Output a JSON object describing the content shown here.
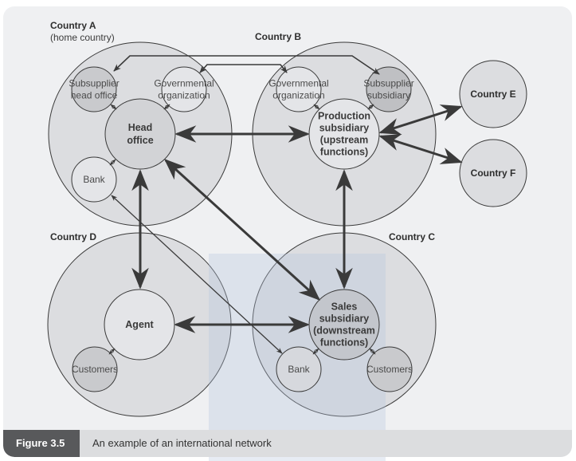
{
  "figure": {
    "label": "Figure 3.5",
    "caption": "An example of an international network"
  },
  "countries": {
    "a": {
      "name": "Country A",
      "subtitle": "(home country)"
    },
    "b": {
      "name": "Country B"
    },
    "c": {
      "name": "Country C"
    },
    "d": {
      "name": "Country D"
    },
    "e": {
      "name": "Country E"
    },
    "f": {
      "name": "Country F"
    }
  },
  "nodes": {
    "head_office": [
      "Head",
      "office"
    ],
    "subsupplier_head_office": [
      "Subsupplier",
      "head office"
    ],
    "gov_org_a": [
      "Governmental",
      "organization"
    ],
    "bank_a": [
      "Bank"
    ],
    "gov_org_b": [
      "Governmental",
      "organization"
    ],
    "subsupplier_subsidiary": [
      "Subsupplier",
      "subsidiary"
    ],
    "production_subsidiary": [
      "Production",
      "subsidiary",
      "(upstream",
      "functions)"
    ],
    "agent": [
      "Agent"
    ],
    "customers_d": [
      "Customers"
    ],
    "sales_subsidiary": [
      "Sales",
      "subsidiary",
      "(downstream",
      "functions)"
    ],
    "bank_c": [
      "Bank"
    ],
    "customers_c": [
      "Customers"
    ]
  },
  "colors": {
    "panel_bg": "#eff0f2",
    "country_fill": "#dcdde0",
    "node_light": "#e4e5e8",
    "node_mid": "#d2d3d6",
    "node_dark": "#c3c4c7",
    "line": "#3a3a3a",
    "caption_label_bg": "#58595b",
    "caption_bar_bg": "#dcdddf"
  }
}
